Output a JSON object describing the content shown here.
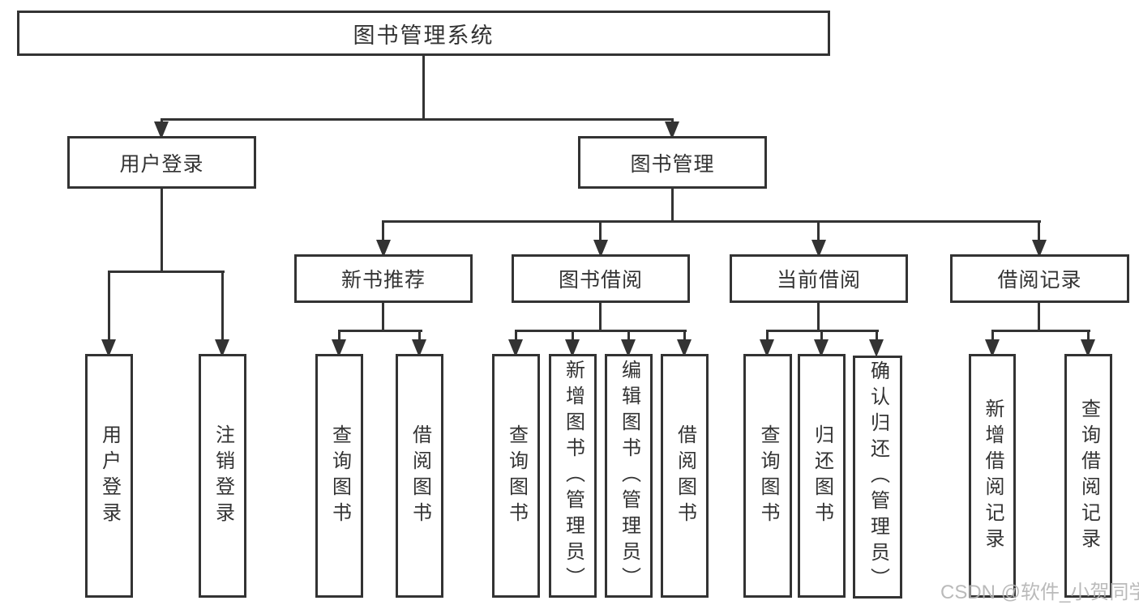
{
  "colors": {
    "line": "#333333",
    "text": "#333333",
    "watermark": "#b3b3b3",
    "background": "#ffffff"
  },
  "tree": {
    "root": {
      "label": "图书管理系统",
      "children": [
        {
          "label": "用户登录",
          "children": [
            {
              "label": "用户登录"
            },
            {
              "label": "注销登录"
            }
          ]
        },
        {
          "label": "图书管理",
          "children": [
            {
              "label": "新书推荐",
              "children": [
                {
                  "label": "查询图书"
                },
                {
                  "label": "借阅图书"
                }
              ]
            },
            {
              "label": "图书借阅",
              "children": [
                {
                  "label": "查询图书"
                },
                {
                  "label": "新增图书（管理员）"
                },
                {
                  "label": "编辑图书（管理员）"
                },
                {
                  "label": "借阅图书"
                }
              ]
            },
            {
              "label": "当前借阅",
              "children": [
                {
                  "label": "查询图书"
                },
                {
                  "label": "归还图书"
                },
                {
                  "label": "确认归还（管理员）"
                }
              ]
            },
            {
              "label": "借阅记录",
              "children": [
                {
                  "label": "新增借阅记录"
                },
                {
                  "label": "查询借阅记录"
                }
              ]
            }
          ]
        }
      ]
    }
  },
  "watermark": {
    "text": "CSDN @软件_小贺同学"
  }
}
